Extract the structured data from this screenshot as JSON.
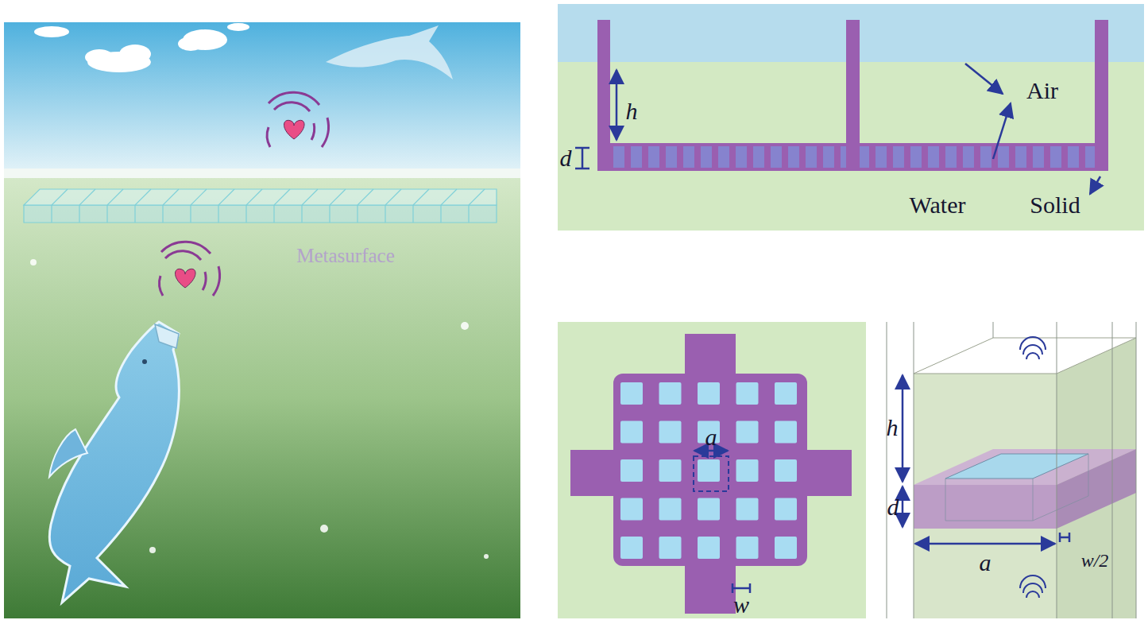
{
  "diagram": {
    "labels": [
      "Metasurface",
      "h",
      "d",
      "Air",
      "Water",
      "Solid",
      "a",
      "w",
      "h",
      "d",
      "a",
      "w/2"
    ]
  }
}
